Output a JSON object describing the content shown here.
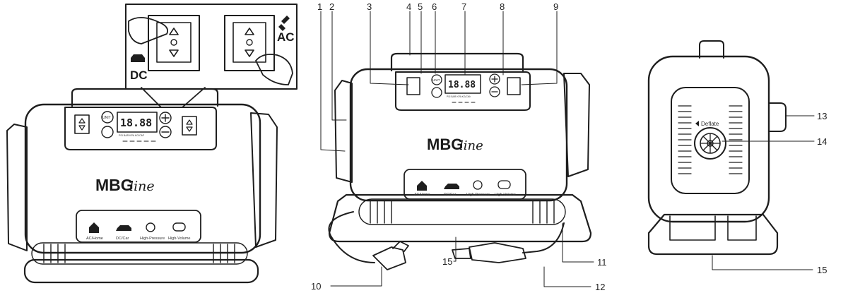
{
  "labels": {
    "dc": "DC",
    "ac": "AC",
    "unit": "UNIT",
    "lcd": "18.88",
    "lcd_units": "PSI  BAR  KPA  KG/CM²",
    "brand_main": "MBG",
    "brand_script": "line",
    "deflate": "Deflate"
  },
  "modes": [
    {
      "label": "AC/Home",
      "icon": "house-icon"
    },
    {
      "label": "DC/Car",
      "icon": "car-icon"
    },
    {
      "label": "High-Pressure",
      "icon": "gear-icon"
    },
    {
      "label": "High-Volume",
      "icon": "fan-icon"
    }
  ],
  "callouts": [
    "1",
    "2",
    "3",
    "4",
    "5",
    "6",
    "7",
    "8",
    "9",
    "10",
    "11",
    "12",
    "13",
    "14",
    "15",
    "15"
  ]
}
